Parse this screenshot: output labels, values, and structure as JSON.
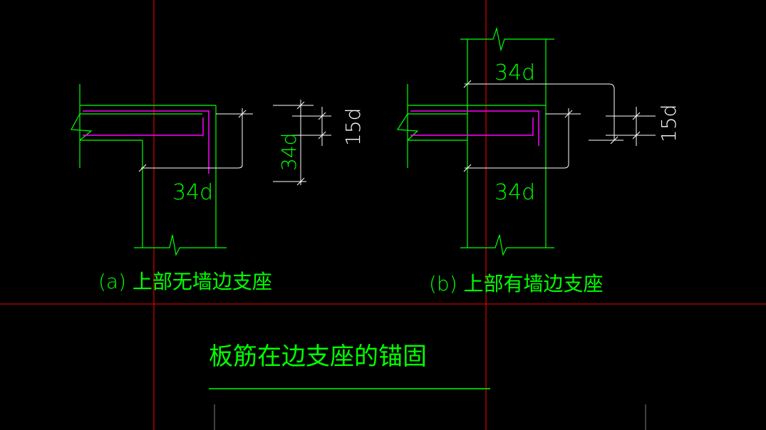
{
  "drawing": {
    "caption_a": "(a) 上部无墙边支座",
    "caption_b": "(b) 上部有墙边支座",
    "title": "板筋在边支座的锚固",
    "labels": {
      "a_34d_horizontal": "34d",
      "a_34d_vertical": "34d",
      "a_15d": "15d",
      "b_34d_top": "34d",
      "b_34d_bottom": "34d",
      "b_15d": "15d"
    }
  },
  "colors": {
    "background": "#000000",
    "outline": "#00ff00",
    "rebar": "#ff00ff",
    "axis": "#ff0000",
    "dimension": "#ffffff",
    "text": "#00ff00"
  }
}
